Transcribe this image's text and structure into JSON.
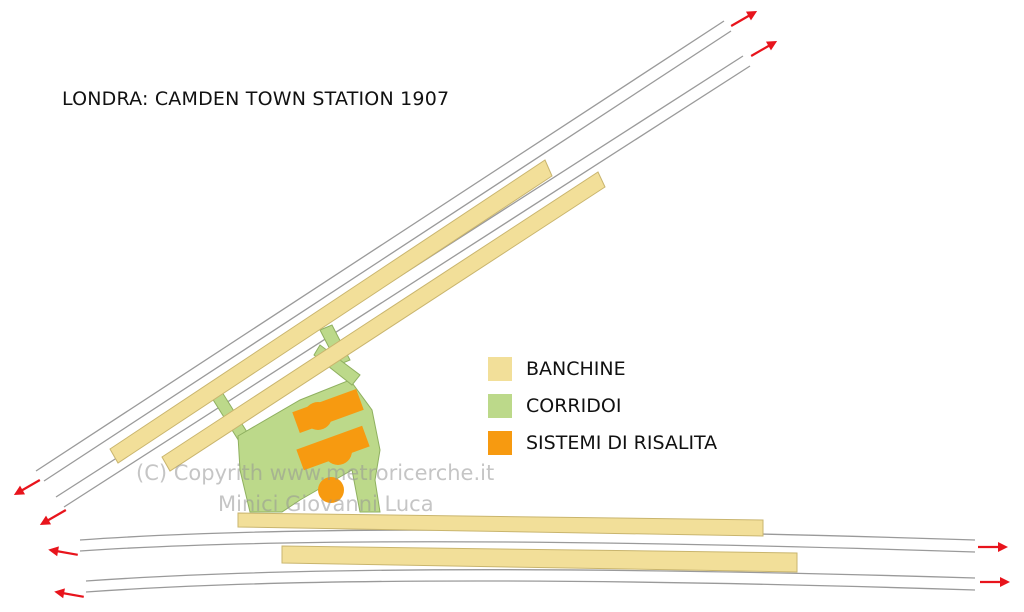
{
  "title": "LONDRA: CAMDEN TOWN STATION 1907",
  "legend": [
    {
      "label": "BANCHINE",
      "color": "#f2df99"
    },
    {
      "label": "CORRIDOI",
      "color": "#bcd98a"
    },
    {
      "label": "SISTEMI DI RISALITA",
      "color": "#f79a10"
    }
  ],
  "watermark": {
    "line1": "(C) Copyrith www.metroricerche.it",
    "line2": "Minici Giovanni Luca"
  },
  "colors": {
    "platform": "#f2df99",
    "corridor": "#bcd98a",
    "escalator": "#f79a10",
    "track": "#9a9a9a",
    "arrow": "#e8141c"
  }
}
